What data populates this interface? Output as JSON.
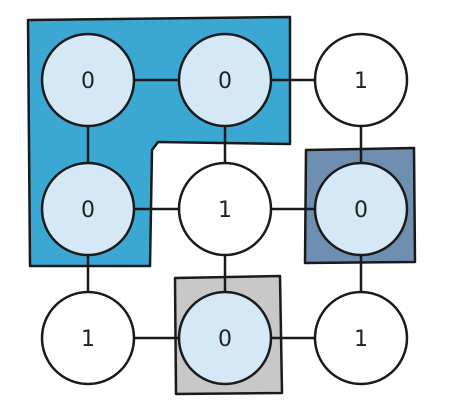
{
  "grid": {
    "rows": 3,
    "cols": 3,
    "values": [
      [
        "0",
        "0",
        "1"
      ],
      [
        "0",
        "1",
        "0"
      ],
      [
        "1",
        "0",
        "1"
      ]
    ]
  },
  "regions": [
    {
      "name": "region-large-l-shape",
      "cells": [
        [
          0,
          0
        ],
        [
          0,
          1
        ],
        [
          1,
          0
        ]
      ],
      "color": "#3aa8d3"
    },
    {
      "name": "region-single-right",
      "cells": [
        [
          1,
          2
        ]
      ],
      "color": "#6f8fb0"
    },
    {
      "name": "region-single-bottom",
      "cells": [
        [
          2,
          1
        ]
      ],
      "color": "#c8c8c8"
    }
  ],
  "colors": {
    "zero_node_fill": "#d4e8f6",
    "one_node_fill": "#ffffff",
    "stroke": "#1a1a1a"
  }
}
